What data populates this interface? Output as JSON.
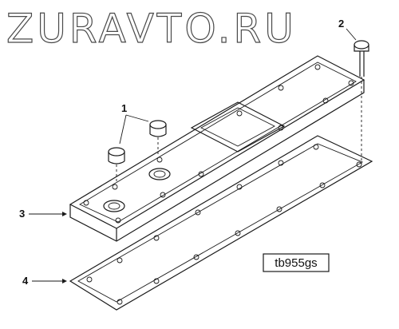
{
  "watermark": "ZURAVTO.RU",
  "callouts": {
    "plug": "1",
    "bolt": "2",
    "cover": "3",
    "gasket": "4"
  },
  "drawing_code": "tb955gs"
}
